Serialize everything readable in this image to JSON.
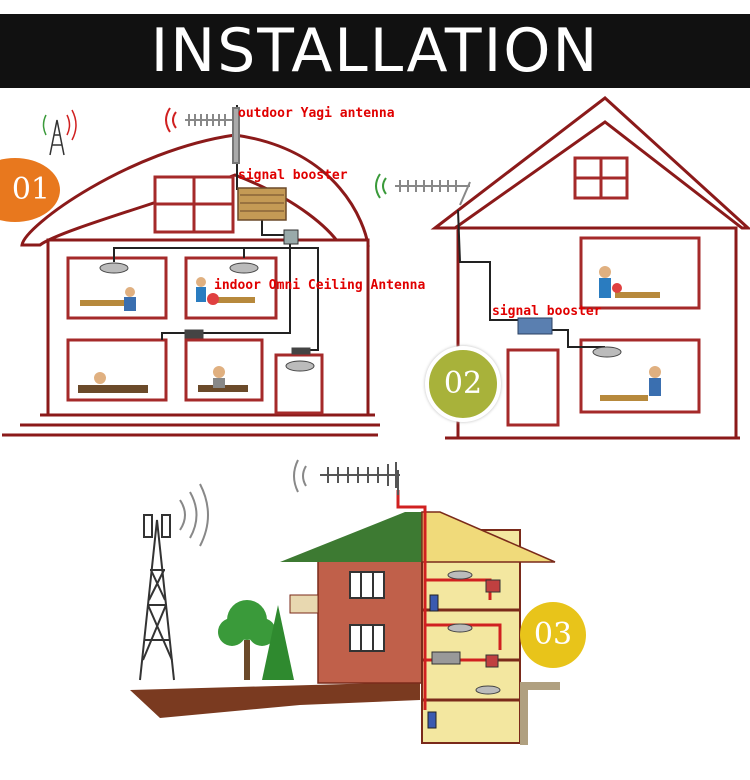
{
  "banner": {
    "title": "INSTALLATION"
  },
  "steps": [
    {
      "number": "01",
      "color": "#e8781e"
    },
    {
      "number": "02",
      "color": "#a8b23a"
    },
    {
      "number": "03",
      "color": "#e8c41a"
    }
  ],
  "labels": {
    "outdoor_antenna": "outdoor Yagi antenna",
    "booster_1": "signal booster",
    "indoor_antenna": "indoor Omni Ceiling Antenna",
    "booster_2": "signal booster"
  },
  "colors": {
    "wall": "#8b1a1a",
    "frame": "#a52a2a",
    "cable": "#222222",
    "roof_green": "#3d7a32",
    "brick": "#c0604a",
    "yellow_wall": "#f3e7a0",
    "red_cable": "#d02020"
  }
}
